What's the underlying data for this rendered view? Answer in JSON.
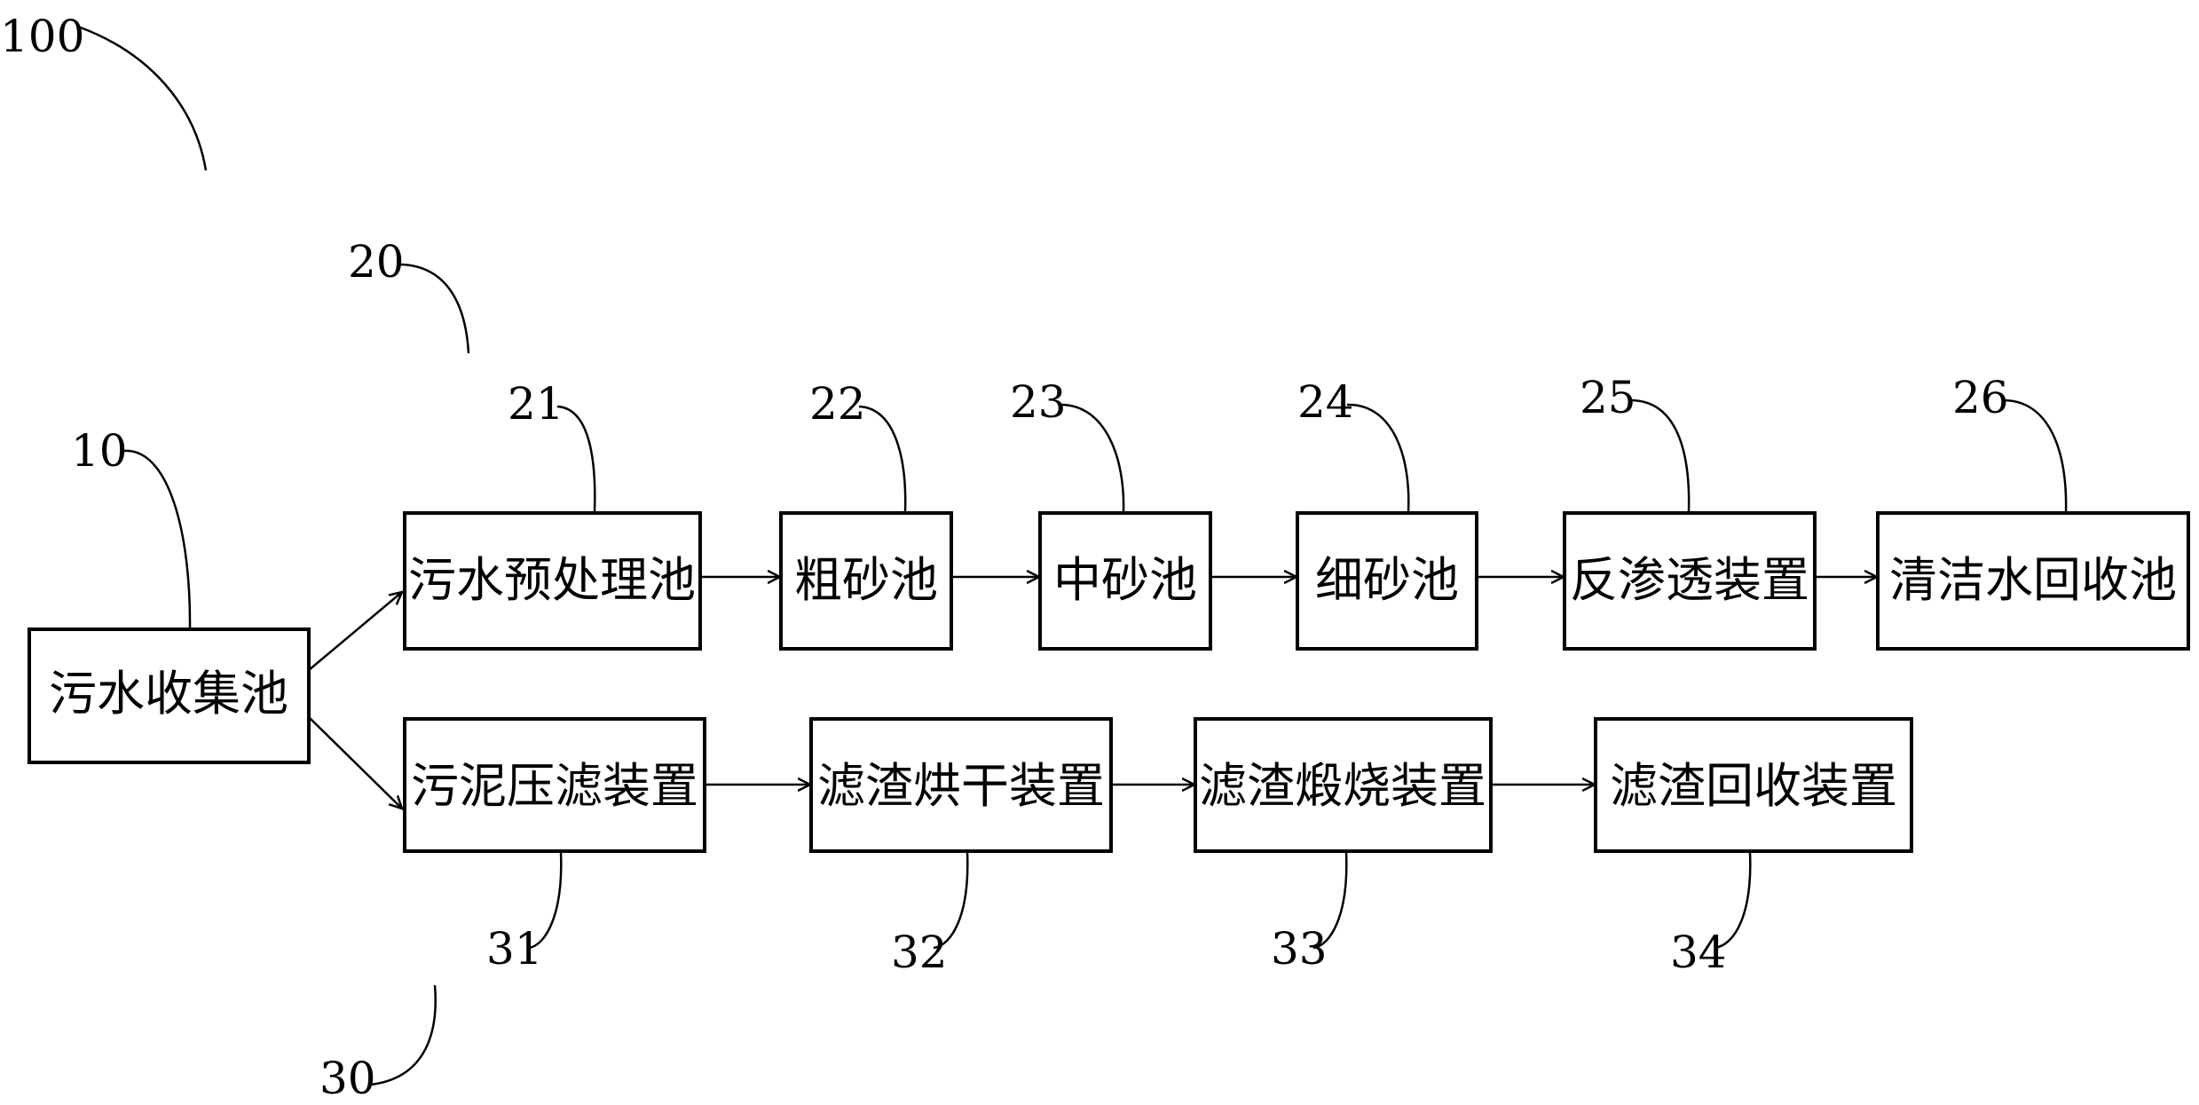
{
  "system_ref": "100",
  "collection": {
    "ref": "10",
    "label": "污水收集池"
  },
  "water_group": {
    "ref": "20",
    "units": [
      {
        "ref": "21",
        "label": "污水预处理池"
      },
      {
        "ref": "22",
        "label": "粗砂池"
      },
      {
        "ref": "23",
        "label": "中砂池"
      },
      {
        "ref": "24",
        "label": "细砂池"
      },
      {
        "ref": "25",
        "label": "反渗透装置"
      },
      {
        "ref": "26",
        "label": "清洁水回收池"
      }
    ]
  },
  "sludge_group": {
    "ref": "30",
    "units": [
      {
        "ref": "31",
        "label": "污泥压滤装置"
      },
      {
        "ref": "32",
        "label": "滤渣烘干装置"
      },
      {
        "ref": "33",
        "label": "滤渣煅烧装置"
      },
      {
        "ref": "34",
        "label": "滤渣回收装置"
      }
    ]
  }
}
